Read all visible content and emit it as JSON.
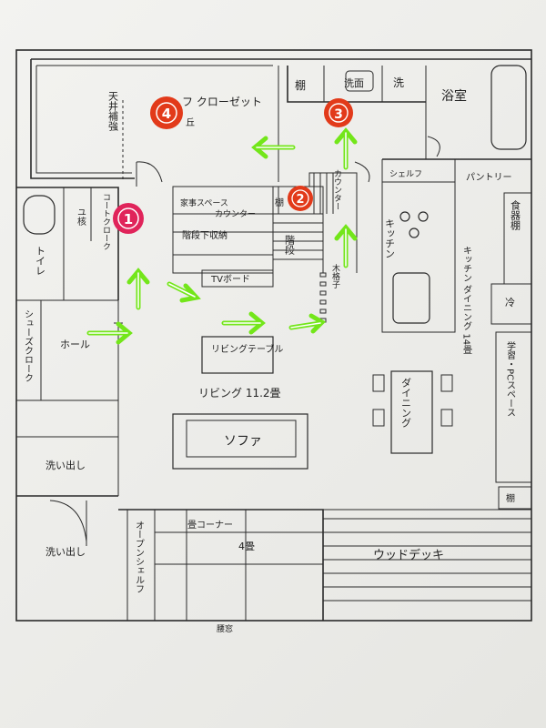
{
  "rooms": {
    "closet_top": "フ クローゼット",
    "ceiling_note": "天井補強",
    "note_kou": "丘",
    "shelf_top": "棚",
    "washbasin": "洗面",
    "laundry": "洗",
    "bath": "浴室",
    "counter": "カウンター",
    "shelf_kitchen": "シェルフ",
    "pantry": "パントリー",
    "chores": "家事スペース",
    "chores_counter": "カウンター",
    "shelf_mid": "棚",
    "coat": "コートクローク",
    "umbrella": "ユ核",
    "toilet": "トイレ",
    "under_stairs": "階段下収納",
    "stairs": "階段",
    "kitchen": "キッチン",
    "kd": "キッチン ダイニング 14畳",
    "dishes": "食器棚",
    "fridge": "冷",
    "tv": "TVボード",
    "lattice": "木格子",
    "shoes": "シューズクローク",
    "hall": "ホール",
    "living_table": "リビングテーブル",
    "living": "リビング 11.2畳",
    "dining": "ダイニング",
    "study": "学習・PCスペース",
    "sofa": "ソファ",
    "shelf_low": "棚",
    "wash1": "洗い出し",
    "wash2": "洗い出し",
    "open_shelf": "オープンシェルフ",
    "tatami_corner": "畳コーナー",
    "tatami": "4畳",
    "wood_deck": "ウッドデッキ",
    "window": "腰窓"
  },
  "markers": [
    {
      "id": "m1",
      "label": "1",
      "color": "#e0245a"
    },
    {
      "id": "m2",
      "label": "2",
      "color": "#e23a1a"
    },
    {
      "id": "m3",
      "label": "3",
      "color": "#e23a1a"
    },
    {
      "id": "m4",
      "label": "4",
      "color": "#e23a1a"
    }
  ],
  "colors": {
    "arrow": "#73e61a",
    "wall": "#2a2a2a",
    "paper": "#efefec"
  }
}
